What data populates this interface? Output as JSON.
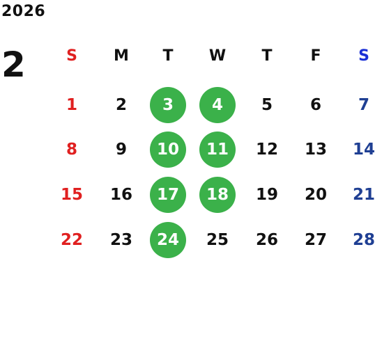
{
  "calendar": {
    "year": "2026",
    "month": "2",
    "weekdays": [
      "S",
      "M",
      "T",
      "W",
      "T",
      "F",
      "S"
    ],
    "weeks": [
      [
        "1",
        "2",
        "3",
        "4",
        "5",
        "6",
        "7"
      ],
      [
        "8",
        "9",
        "10",
        "11",
        "12",
        "13",
        "14"
      ],
      [
        "15",
        "16",
        "17",
        "18",
        "19",
        "20",
        "21"
      ],
      [
        "22",
        "23",
        "24",
        "25",
        "26",
        "27",
        "28"
      ]
    ],
    "marked_days": [
      "3",
      "4",
      "10",
      "11",
      "17",
      "18",
      "24"
    ]
  },
  "colors": {
    "sunday": "#e02020",
    "saturday_header": "#1a2fd6",
    "saturday_date": "#1f3f93",
    "default": "#111111",
    "marked_fill": "#3bb14a",
    "marked_text": "#ffffff"
  }
}
